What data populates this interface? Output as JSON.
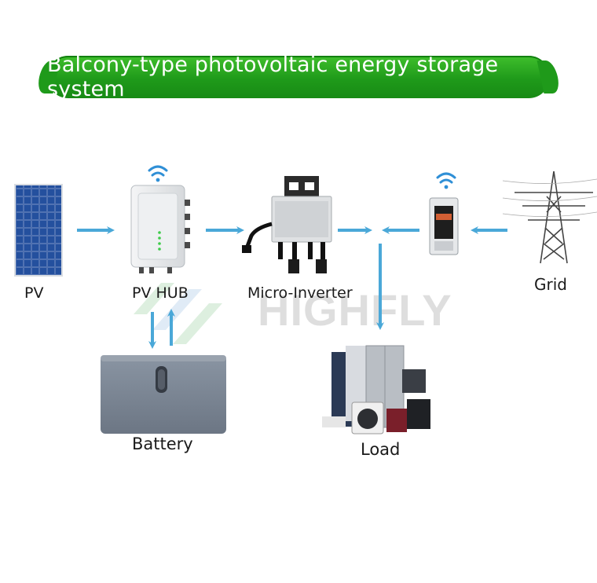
{
  "title": "Balcony-type photovoltaic energy storage system",
  "nodes": {
    "pv": "PV",
    "pv_hub": "PV HUB",
    "micro_inverter": "Micro-Inverter",
    "grid": "Grid",
    "battery": "Battery",
    "load": "Load"
  },
  "watermark": "HIGHFLY",
  "colors": {
    "banner_green": "#1f9a1a",
    "arrow_blue": "#4aa8d8",
    "panel_blue": "#1e3f8a",
    "battery_gray": "#7b8694"
  },
  "icons": [
    "wifi-icon",
    "wifi-icon"
  ]
}
